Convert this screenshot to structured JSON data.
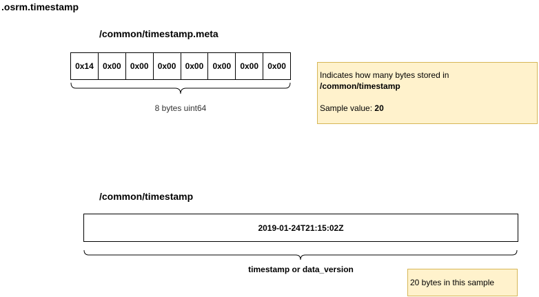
{
  "title": ".osrm.timestamp",
  "meta_section": {
    "title": "/common/timestamp.meta",
    "bytes": [
      "0x14",
      "0x00",
      "0x00",
      "0x00",
      "0x00",
      "0x00",
      "0x00",
      "0x00"
    ],
    "caption": "8 bytes uint64"
  },
  "meta_note": {
    "line1": "Indicates how many bytes stored in",
    "path": "/common/timestamp",
    "sample_label": "Sample value: ",
    "sample_value": "20"
  },
  "timestamp_section": {
    "title": "/common/timestamp",
    "value": "2019-01-24T21:15:02Z",
    "caption": "timestamp or data_version"
  },
  "size_note": {
    "text": "20 bytes in this sample"
  }
}
